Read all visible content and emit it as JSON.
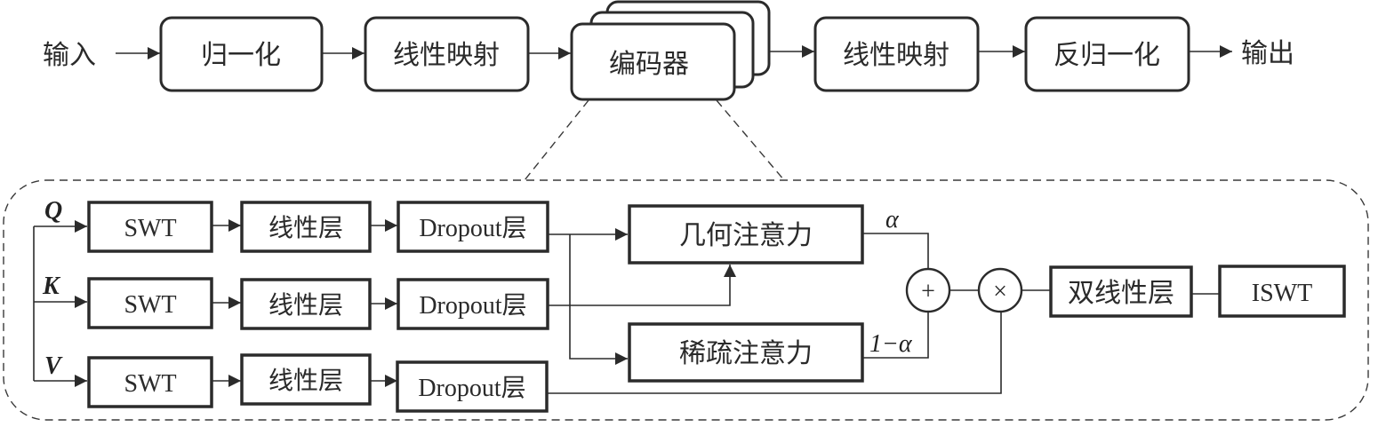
{
  "top_flow": {
    "input_label": "输入",
    "output_label": "输出",
    "boxes": {
      "normalize": "归一化",
      "linear_map_1": "线性映射",
      "encoder": "编码器",
      "linear_map_2": "线性映射",
      "denormalize": "反归一化"
    }
  },
  "encoder_detail": {
    "branches": [
      {
        "input": "Q",
        "swt": "SWT",
        "linear": "线性层",
        "dropout": "Dropout层"
      },
      {
        "input": "K",
        "swt": "SWT",
        "linear": "线性层",
        "dropout": "Dropout层"
      },
      {
        "input": "V",
        "swt": "SWT",
        "linear": "线性层",
        "dropout": "Dropout层"
      }
    ],
    "geometric_attention": "几何注意力",
    "sparse_attention": "稀疏注意力",
    "alpha_label": "α",
    "one_minus_alpha_label": "1−α",
    "plus_symbol": "+",
    "times_symbol": "×",
    "bilinear_layer": "双线性层",
    "iswt": "ISWT"
  }
}
